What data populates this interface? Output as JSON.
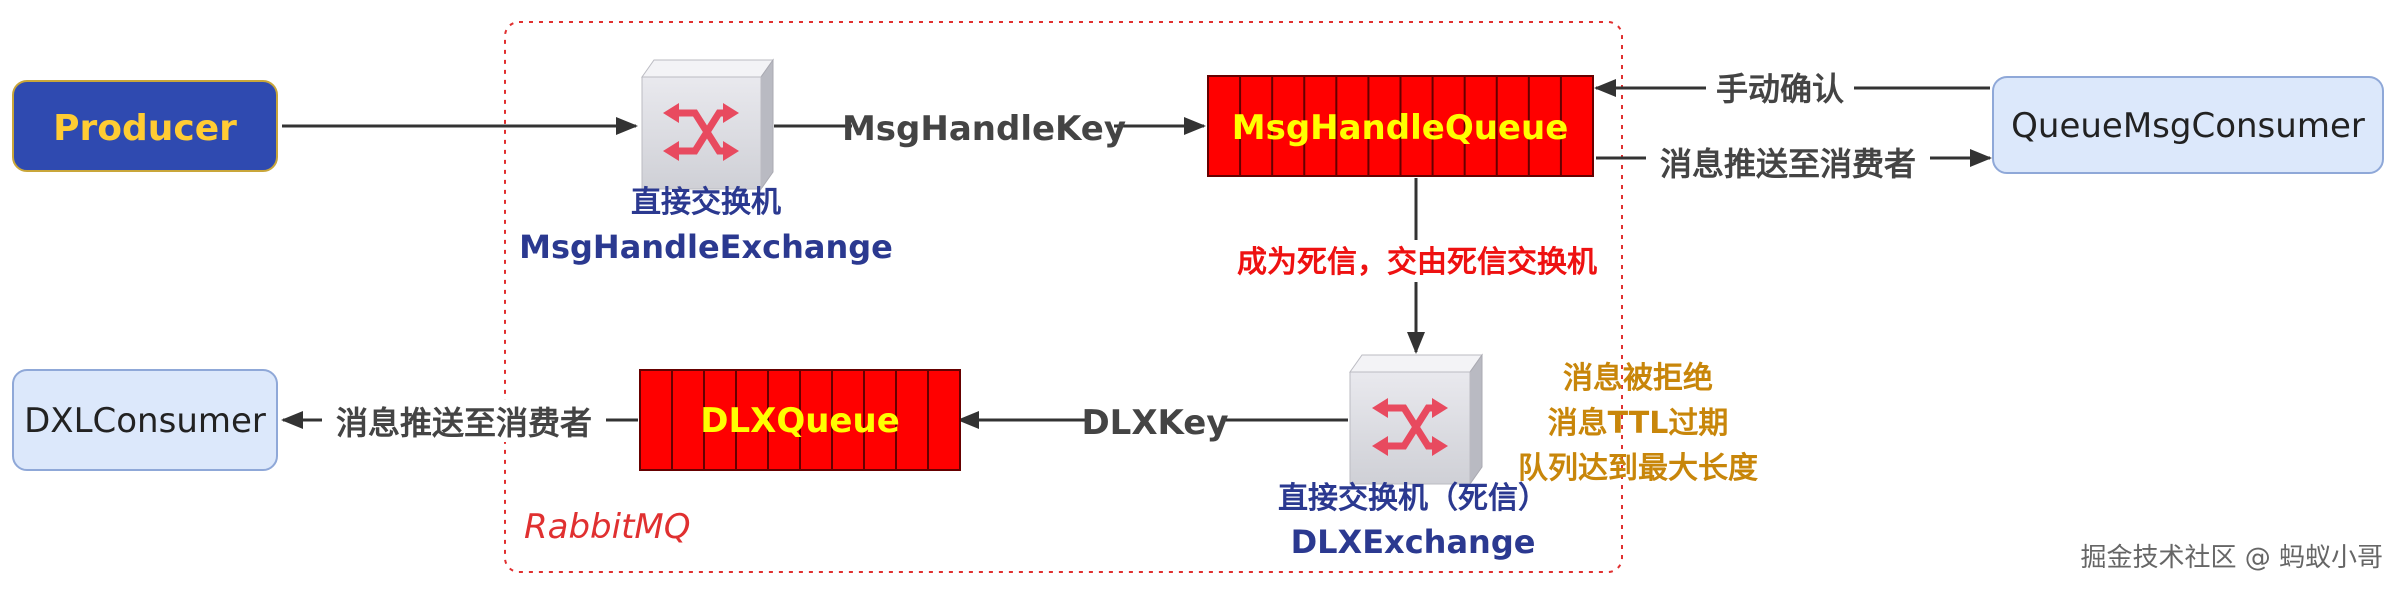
{
  "colors": {
    "producer_fill": "#2f4ab0",
    "producer_text": "#ffcc33",
    "consumer_fill": "#dce8fb",
    "consumer_stroke": "#8fa8d8",
    "queue_fill": "#ff0000",
    "queue_text": "#ffff00",
    "exchange_label": "#2b3990",
    "dead_letter_label": "#ee1111",
    "reason_label": "#c8860a",
    "rabbitmq_border": "#e03030",
    "edge": "#333333",
    "edge_label": "#444444",
    "watermark": "#666666"
  },
  "nodes": {
    "producer": {
      "label": "Producer"
    },
    "msg_exchange": {
      "label_cn": "直接交换机",
      "label_en": "MsgHandleExchange",
      "icon": "exchange-switch-icon"
    },
    "msg_queue": {
      "label": "MsgHandleQueue"
    },
    "queue_consumer": {
      "label": "QueueMsgConsumer"
    },
    "dlx_exchange": {
      "label_cn": "直接交换机（死信）",
      "label_en": "DLXExchange",
      "icon": "exchange-switch-icon"
    },
    "dlx_queue": {
      "label": "DLXQueue"
    },
    "dlx_consumer": {
      "label": "DXLConsumer"
    }
  },
  "edges": {
    "binding_key": "MsgHandleKey",
    "manual_ack": "手动确认",
    "push_to_consumer": "消息推送至消费者",
    "dead_letter": "成为死信，交由死信交换机",
    "dlx_key": "DLXKey",
    "push_to_dlx_consumer": "消息推送至消费者"
  },
  "dead_letter_reasons": [
    "消息被拒绝",
    "消息TTL过期",
    "队列达到最大长度"
  ],
  "container": {
    "label": "RabbitMQ"
  },
  "watermark": "掘金技术社区 @ 蚂蚁小哥"
}
